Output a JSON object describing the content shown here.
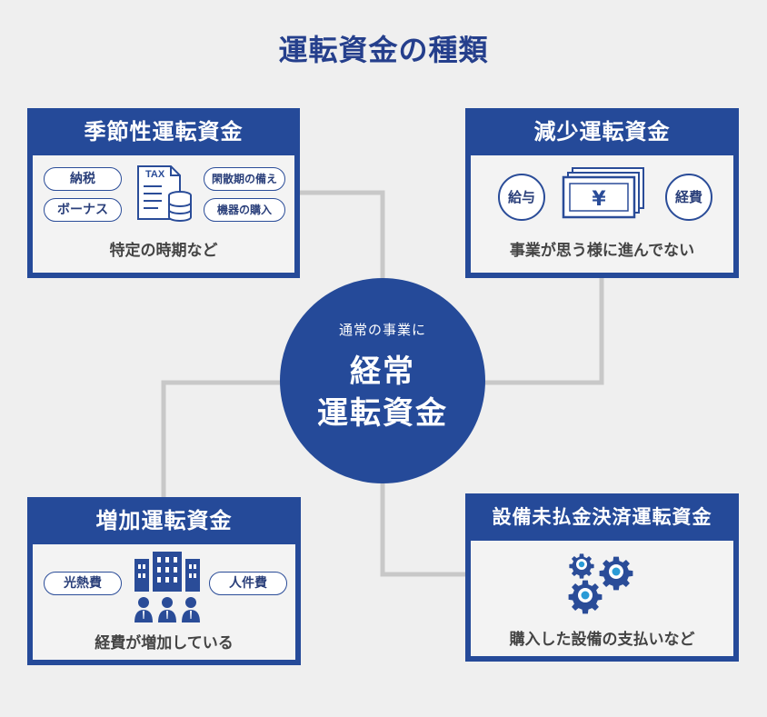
{
  "title": "運転資金の種類",
  "hub": {
    "subtitle": "通常の事業に",
    "line1": "経常",
    "line2": "運転資金"
  },
  "cards": {
    "seasonal": {
      "title": "季節性運転資金",
      "pills": [
        "納税",
        "ボーナス",
        "閑散期の備え",
        "機器の購入"
      ],
      "icon_text": "TAX",
      "caption": "特定の時期など"
    },
    "decrease": {
      "title": "減少運転資金",
      "left": "給与",
      "right": "経費",
      "icon_text": "¥",
      "caption": "事業が思う様に進んでない"
    },
    "increase": {
      "title": "増加運転資金",
      "pills": [
        "光熱費",
        "人件費"
      ],
      "caption": "経費が増加している"
    },
    "settlement": {
      "title": "設備未払金決済運転資金",
      "caption": "購入した設備の支払いなど"
    }
  },
  "colors": {
    "navy": "#254a99",
    "connector": "#c8c8c8",
    "background": "#efefef"
  }
}
